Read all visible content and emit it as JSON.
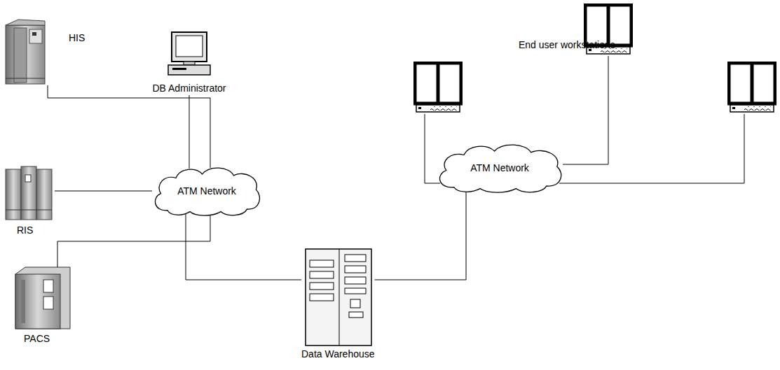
{
  "diagram": {
    "nodes": [
      {
        "text": [
          "HIS"
        ]
      },
      {
        "text": [
          "DB Administrator"
        ]
      },
      {
        "text": [
          "ATM Network"
        ]
      },
      {
        "text": [
          "ATM Network"
        ]
      },
      {
        "text": [
          "RIS"
        ]
      },
      {
        "text": [
          "PACS"
        ]
      },
      {
        "text": [
          "Data Warehouse"
        ]
      }
    ],
    "edges": [
      {
        "from": 0,
        "to": 2,
        "arrow": "none"
      },
      {
        "from": 1,
        "to": 2,
        "arrow": "none"
      },
      {
        "from": 4,
        "to": 2,
        "arrow": "none"
      },
      {
        "from": 5,
        "to": 2,
        "arrow": "none"
      },
      {
        "from": 2,
        "to": 6,
        "arrow": "none"
      },
      {
        "from": 6,
        "to": 3,
        "arrow": "none"
      }
    ],
    "labels": [
      "End user workstations"
    ]
  }
}
